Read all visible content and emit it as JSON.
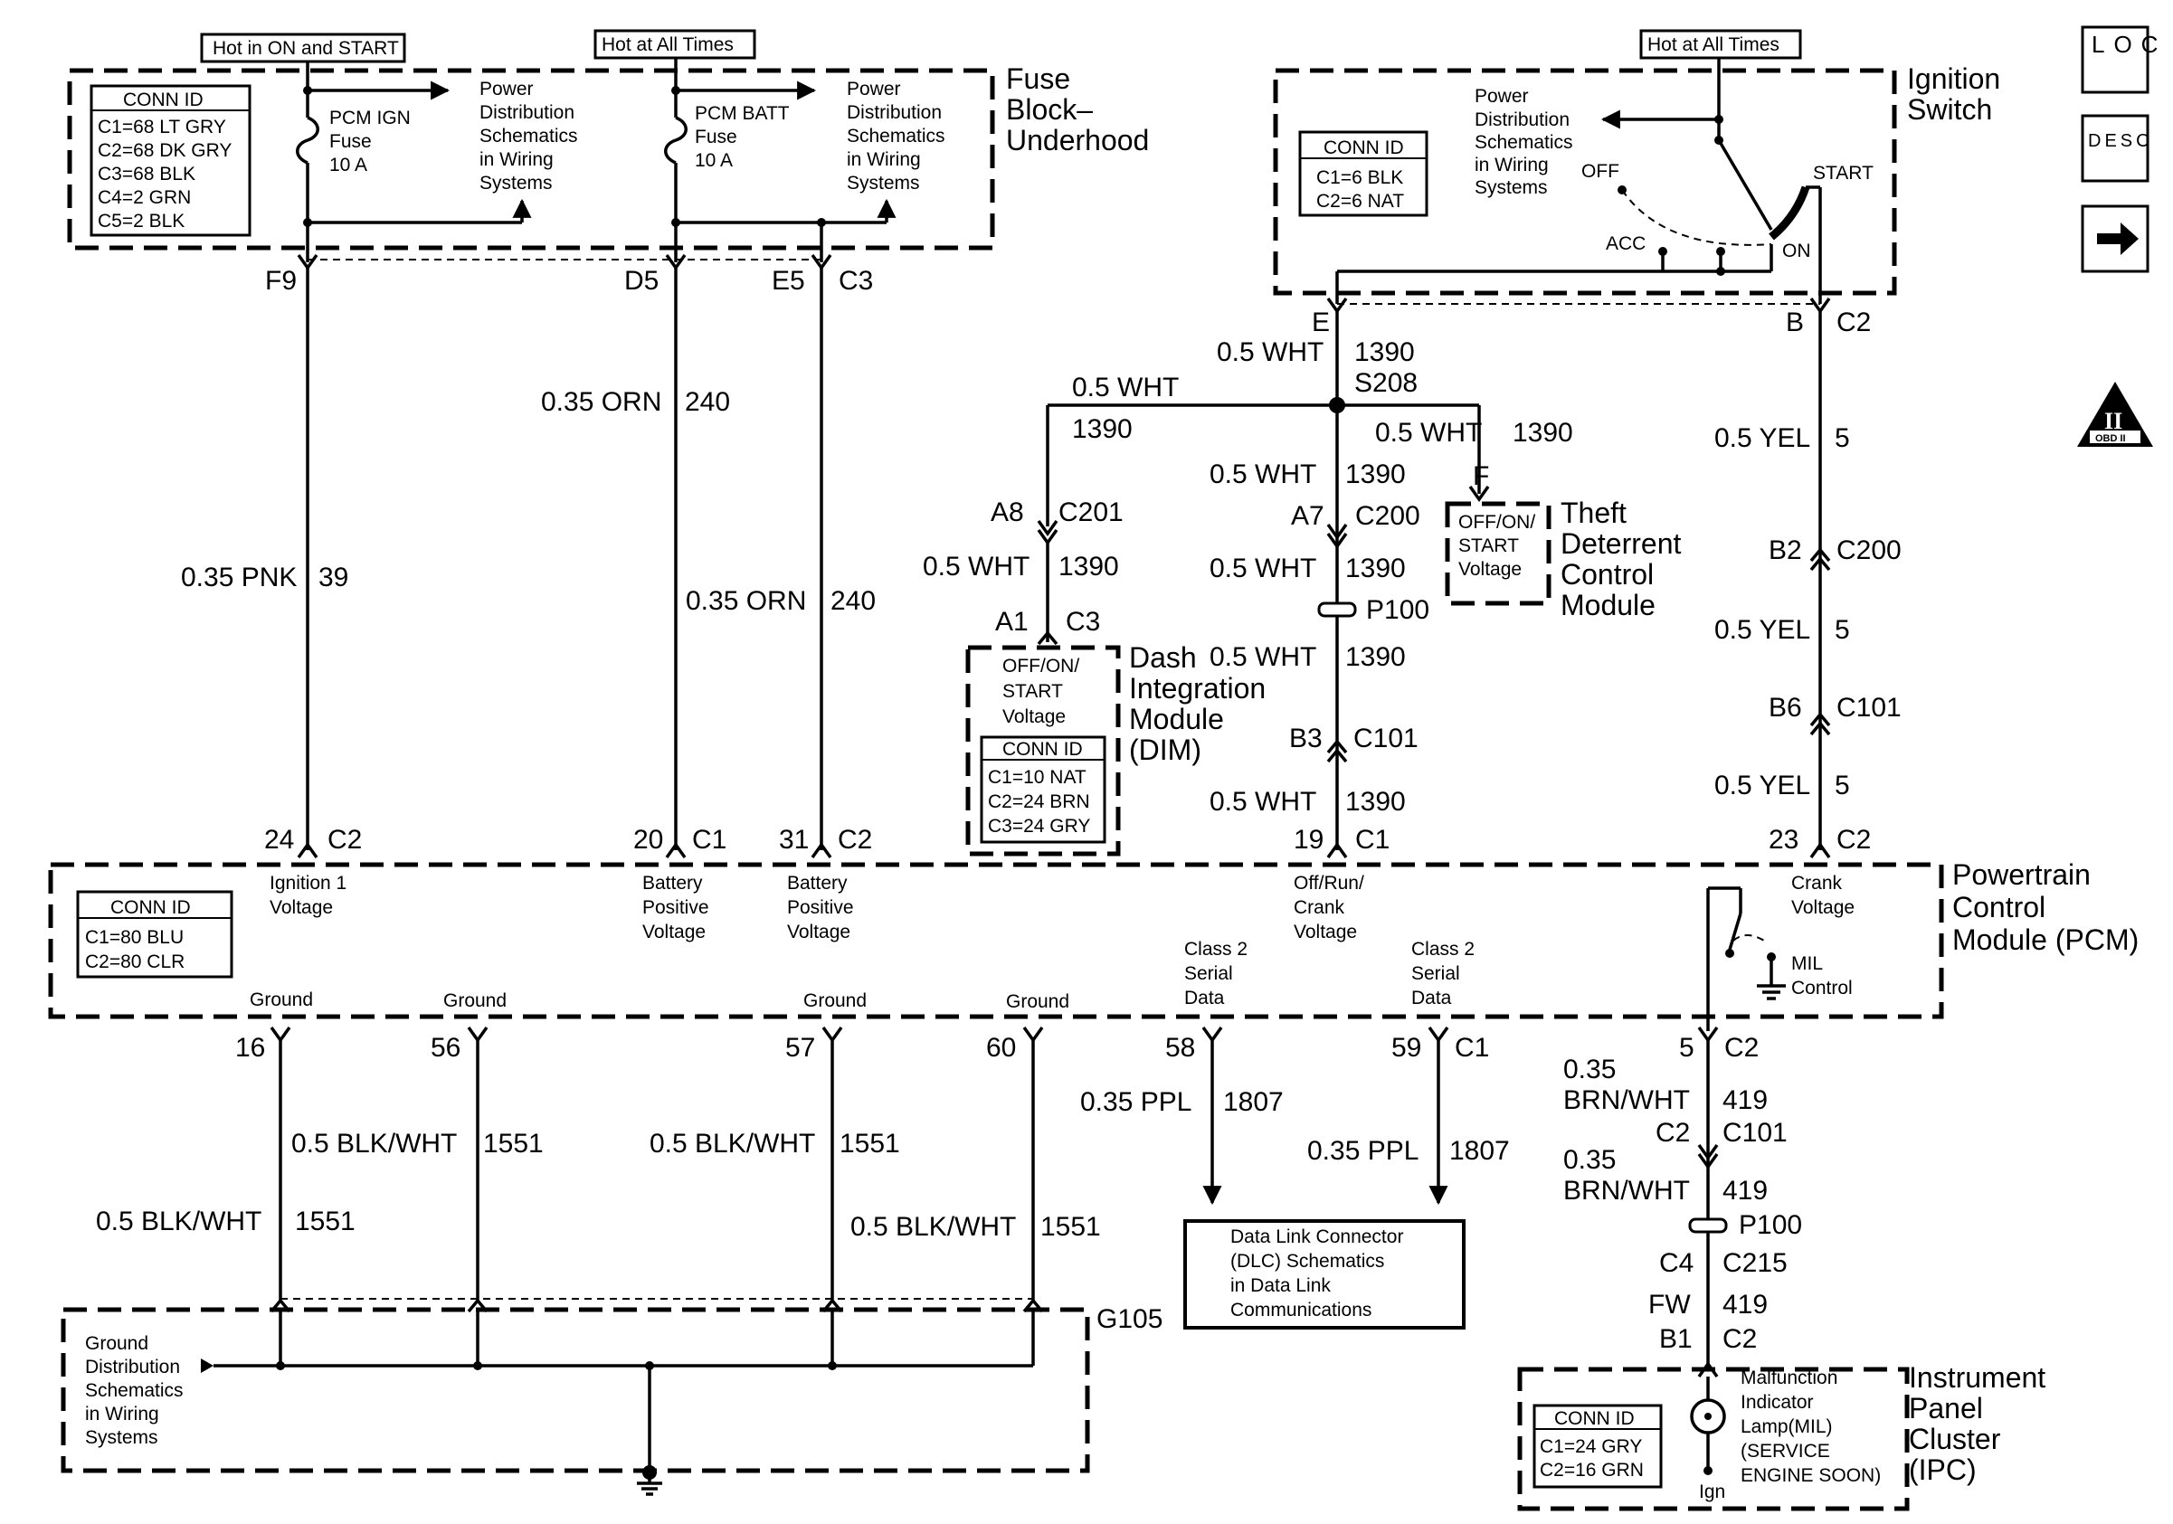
{
  "hot_labels": {
    "fuse_on_start": "Hot in ON and START",
    "fuse_all_times": "Hot at All Times",
    "ign_all_times": "Hot at All Times"
  },
  "fuse_block": {
    "title": [
      "Fuse",
      "Block–",
      "Underhood"
    ],
    "conn_header": "CONN ID",
    "conn_lines": [
      "C1=68 LT GRY",
      "C2=68 DK GRY",
      "C3=68 BLK",
      "C4=2 GRN",
      "C5=2 BLK"
    ],
    "fuse1": [
      "PCM IGN",
      "Fuse",
      "10 A"
    ],
    "fuse2": [
      "PCM BATT",
      "Fuse",
      "10 A"
    ],
    "pd1": [
      "Power",
      "Distribution",
      "Schematics",
      "in Wiring",
      "Systems"
    ],
    "pd2": [
      "Power",
      "Distribution",
      "Schematics",
      "in Wiring",
      "Systems"
    ]
  },
  "ignition_switch": {
    "title": [
      "Ignition",
      "Switch"
    ],
    "conn_header": "CONN ID",
    "conn_lines": [
      "C1=6 BLK",
      "C2=6 NAT"
    ],
    "pd": [
      "Power",
      "Distribution",
      "Schematics",
      "in Wiring",
      "Systems"
    ],
    "off": "OFF",
    "acc": "ACC",
    "on": "ON",
    "start": "START"
  },
  "icons": {
    "loc": "LOC",
    "desc": "DESC",
    "obd": "OBD II",
    "obd_mark": "II"
  },
  "fuse_pins": {
    "f9": "F9",
    "d5": "D5",
    "e5": "E5",
    "c3": "C3"
  },
  "wires": {
    "pnk": "0.35 PNK",
    "pnk_num": "39",
    "orn1": "0.35 ORN",
    "orn1_num": "240",
    "orn2": "0.35 ORN",
    "orn2_num": "240",
    "wht_top": "0.5 WHT",
    "wht_top_num": "1390",
    "s208": "S208",
    "wht_left": "0.5 WHT",
    "wht_left_num": "1390",
    "wht_right": "0.5 WHT",
    "wht_right_num": "1390",
    "wht_mid1": "0.5 WHT",
    "wht_mid1_num": "1390",
    "wht_dim": "0.5 WHT",
    "wht_dim_num": "1390",
    "wht_mid2": "0.5 WHT",
    "wht_mid2_num": "1390",
    "wht_mid3": "0.5 WHT",
    "wht_mid3_num": "1390",
    "wht_mid4": "0.5 WHT",
    "wht_mid4_num": "1390",
    "yel1": "0.5 YEL",
    "yel1_num": "5",
    "yel2": "0.5 YEL",
    "yel2_num": "5",
    "yel3": "0.5 YEL",
    "yel3_num": "5",
    "blk1": "0.5 BLK/WHT",
    "blk1_num": "1551",
    "blk2": "0.5 BLK/WHT",
    "blk2_num": "1551",
    "blk3": "0.5 BLK/WHT",
    "blk3_num": "1551",
    "blk4": "0.5 BLK/WHT",
    "blk4_num": "1551",
    "ppl1": "0.35 PPL",
    "ppl1_num": "1807",
    "ppl2": "0.35 PPL",
    "ppl2_num": "1807",
    "brn1a": "0.35",
    "brn1b": "BRN/WHT",
    "brn1_num": "419",
    "brn2a": "0.35",
    "brn2b": "BRN/WHT",
    "brn2_num": "419",
    "fw": "FW",
    "fw_num": "419"
  },
  "connectors": {
    "e": "E",
    "b": "B",
    "c2_ign": "C2",
    "a8": "A8",
    "c201": "C201",
    "a7": "A7",
    "c200a": "C200",
    "f": "F",
    "b2": "B2",
    "c200b": "C200",
    "a1": "A1",
    "c3_dim": "C3",
    "p100a": "P100",
    "b3": "B3",
    "c101a": "C101",
    "b6": "B6",
    "c101b": "C101",
    "pin24": "24",
    "c2a": "C2",
    "pin20": "20",
    "c1a": "C1",
    "pin31": "31",
    "c2b": "C2",
    "pin19": "19",
    "c1b": "C1",
    "pin23": "23",
    "c2c": "C2",
    "pin16": "16",
    "pin56": "56",
    "pin57": "57",
    "pin60": "60",
    "pin58": "58",
    "pin59": "59",
    "c1c": "C1",
    "pin5": "5",
    "c2d": "C2",
    "c2e": "C2",
    "c101c": "C101",
    "p100b": "P100",
    "c4": "C4",
    "c215": "C215",
    "b1": "B1",
    "c2f": "C2"
  },
  "theft": {
    "title": [
      "Theft",
      "Deterrent",
      "Control",
      "Module"
    ],
    "inner": [
      "OFF/ON/",
      "START",
      "Voltage"
    ]
  },
  "dim": {
    "title": [
      "Dash",
      "Integration",
      "Module",
      "(DIM)"
    ],
    "inner": [
      "OFF/ON/",
      "START",
      "Voltage"
    ],
    "conn_header": "CONN ID",
    "conn_lines": [
      "C1=10 NAT",
      "C2=24 BRN",
      "C3=24 GRY"
    ]
  },
  "pcm": {
    "title": [
      "Powertrain",
      "Control",
      "Module (PCM)"
    ],
    "conn_header": "CONN ID",
    "conn_lines": [
      "C1=80 BLU",
      "C2=80 CLR"
    ],
    "ign1": [
      "Ignition 1",
      "Voltage"
    ],
    "bat1": [
      "Battery",
      "Positive",
      "Voltage"
    ],
    "bat2": [
      "Battery",
      "Positive",
      "Voltage"
    ],
    "offrun": [
      "Off/Run/",
      "Crank",
      "Voltage"
    ],
    "crank": [
      "Crank",
      "Voltage"
    ],
    "mil": [
      "MIL",
      "Control"
    ],
    "class2a": [
      "Class 2",
      "Serial",
      "Data"
    ],
    "class2b": [
      "Class 2",
      "Serial",
      "Data"
    ],
    "gnd1": "Ground",
    "gnd2": "Ground",
    "gnd3": "Ground",
    "gnd4": "Ground"
  },
  "dlc": {
    "lines": [
      "Data Link Connector",
      "(DLC) Schematics",
      "in Data Link",
      "Communications"
    ]
  },
  "ground": {
    "label": "G105",
    "dist": [
      "Ground",
      "Distribution",
      "Schematics",
      "in Wiring",
      "Systems"
    ]
  },
  "ipc": {
    "title": [
      "Instrument",
      "Panel",
      "Cluster",
      "(IPC)"
    ],
    "conn_header": "CONN ID",
    "conn_lines": [
      "C1=24 GRY",
      "C2=16 GRN"
    ],
    "lamp": [
      "Malfunction",
      "Indicator",
      "Lamp(MIL)",
      "(SERVICE",
      "ENGINE SOON)"
    ],
    "ign": "Ign"
  }
}
